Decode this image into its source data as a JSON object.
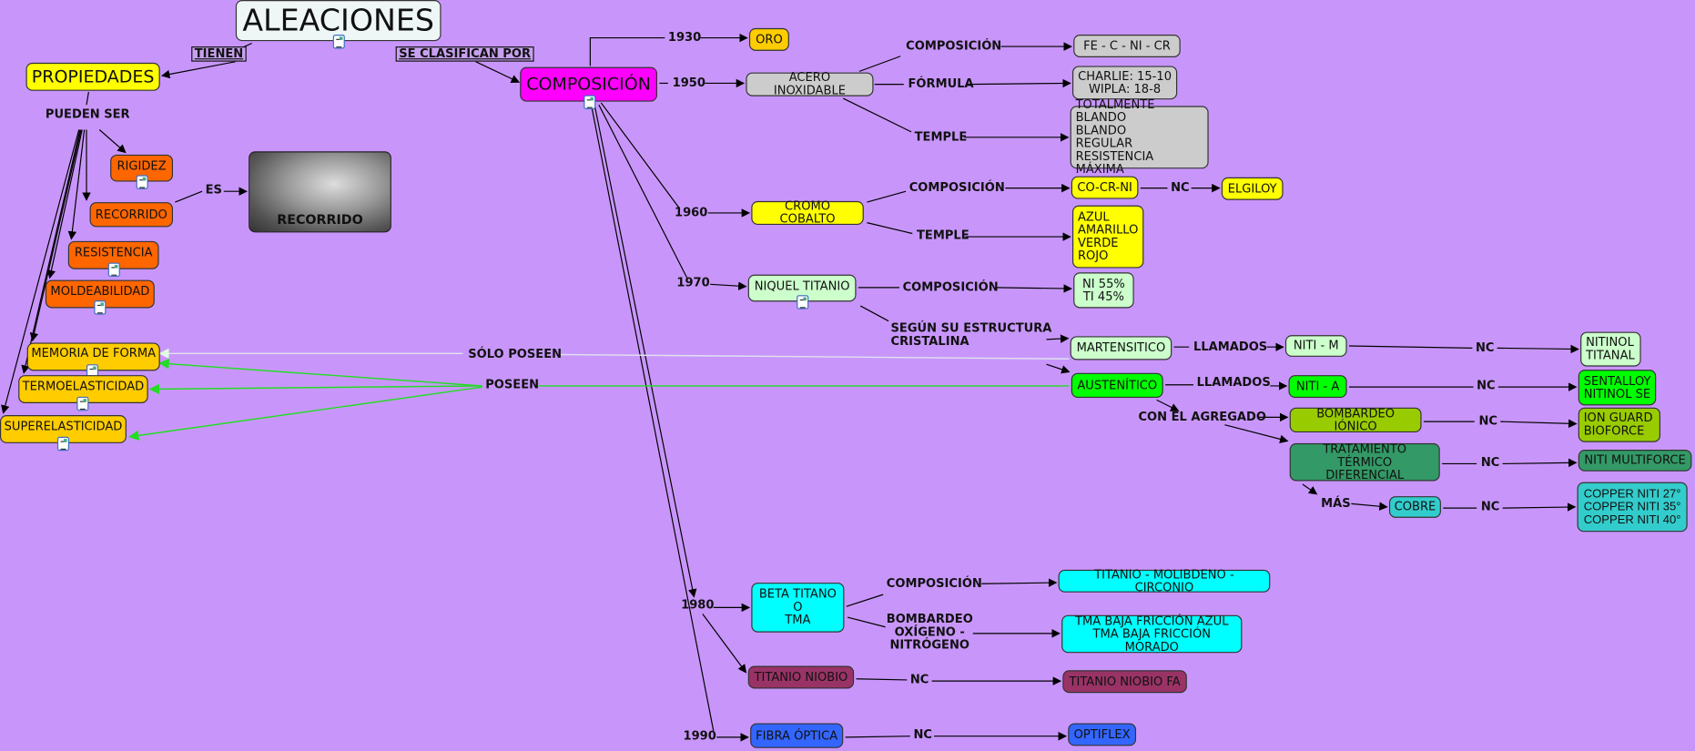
{
  "colors": {
    "background": "#c896fa",
    "yellow": "#ffff00",
    "magenta": "#ff00ff",
    "orange": "#ff6600",
    "gold": "#ffcc00",
    "gray": "#cccccc",
    "pale_green": "#ccffcc",
    "green": "#00ff00",
    "olive": "#99cc00",
    "sea_green": "#339966",
    "teal": "#33cccc",
    "cyan": "#00ffff",
    "plum": "#993366",
    "blue": "#3366ff"
  },
  "nodes": {
    "aleaciones": "ALEACIONES",
    "propiedades": "PROPIEDADES",
    "composicion": "COMPOSICIÓN",
    "rigidez": "RIGIDEZ",
    "recorrido": "RECORRIDO",
    "resistencia": "RESISTENCIA",
    "moldeabilidad": "MOLDEABILIDAD",
    "recorrido_image": "RECORRIDO",
    "memoria": "MEMORIA DE FORMA",
    "termo": "TERMOELASTICIDAD",
    "superelasticidad": "SUPERELASTICIDAD",
    "oro": "ORO",
    "acero": "ACERO INOXIDABLE",
    "fe": "FE - C - NI - CR",
    "charlie": "CHARLIE: 15-10\nWIPLA: 18-8",
    "temple_acero": "TOTALMENTE BLANDO\nBLANDO\nREGULAR\nRESISTENCIA MÁXIMA",
    "cromo": "CROMO COBALTO",
    "cocrni": "CO-CR-NI",
    "elgiloy": "ELGILOY",
    "temple_cromo": "AZUL\nAMARILLO\nVERDE\nROJO",
    "niquel": "NIQUEL TITANIO",
    "ni_ti": "NI 55%\nTI 45%",
    "martensitico": "MARTENSITICO",
    "austenitico": "AUSTENÍTICO",
    "niti_m": "NITI - M",
    "niti_a": "NITI - A",
    "nitinol": "NITINOL\nTITANAL",
    "sentalloy": "SENTALLOY\nNITINOL SE",
    "bombardeo_ionico": "BOMBARDEO IÓNICO",
    "ion_guard": "ION GUARD\nBIOFORCE",
    "tratamiento": "TRATAMIENTO TÉRMICO\nDIFERENCIAL",
    "niti_multiforce": "NITI MULTIFORCE",
    "cobre": "COBRE",
    "copper": "COPPER NITI 27°\nCOPPER NITI 35°\nCOPPER NITI 40°",
    "beta": "BETA TITANO\nO\nTMA",
    "tmc": "TITANIO - MOLIBDENO - CIRCONIO",
    "tma_baja": "TMA BAJA FRICCIÓN AZUL\nTMA BAJA FRICCIÓN MORADO",
    "titanio_niobio": "TITANIO NIOBIO",
    "titanio_niobio_fa": "TITANIO NIOBIO FA",
    "fibra": "FIBRA ÓPTICA",
    "optiflex": "OPTIFLEX"
  },
  "links": {
    "tienen": "TIENEN",
    "se_clasifican": "SE CLASIFICAN POR",
    "pueden_ser": "PUEDEN SER",
    "es": "ES",
    "y1930": "1930",
    "y1950": "1950",
    "y1960": "1960",
    "y1970": "1970",
    "y1980": "1980",
    "y1990": "1990",
    "comp1": "COMPOSICIÓN",
    "formula": "FÓRMULA",
    "temple1": "TEMPLE",
    "comp2": "COMPOSICIÓN",
    "nc_elgiloy": "NC",
    "temple2": "TEMPLE",
    "comp3": "COMPOSICIÓN",
    "segun": "SEGÚN SU ESTRUCTURA\nCRISTALINA",
    "llamados1": "LLAMADOS",
    "llamados2": "LLAMADOS",
    "nc1": "NC",
    "nc2": "NC",
    "con_agregado": "CON EL AGREGADO",
    "nc3": "NC",
    "nc4": "NC",
    "mas": "MÁS",
    "nc5": "NC",
    "solo_poseen": "SÓLO POSEEN",
    "poseen": "POSEEN",
    "comp4": "COMPOSICIÓN",
    "bombardeo_ox": "BOMBARDEO\nOXÍGENO -\nNITRÓGENO",
    "nc6": "NC",
    "nc7": "NC"
  }
}
